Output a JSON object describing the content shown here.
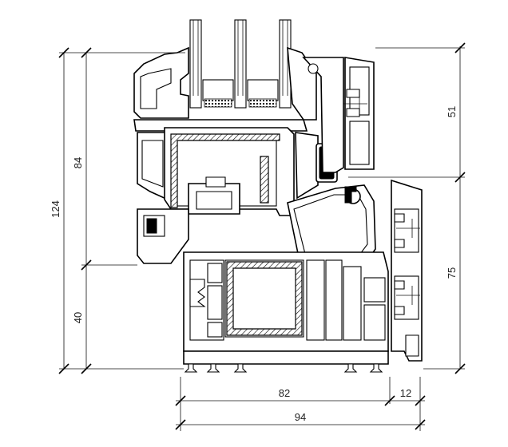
{
  "dimensions": {
    "total_height": "124",
    "upper_height": "84",
    "lower_height": "40",
    "right_upper": "51",
    "right_lower": "75",
    "bottom_82": "82",
    "bottom_12": "12",
    "bottom_94": "94"
  }
}
